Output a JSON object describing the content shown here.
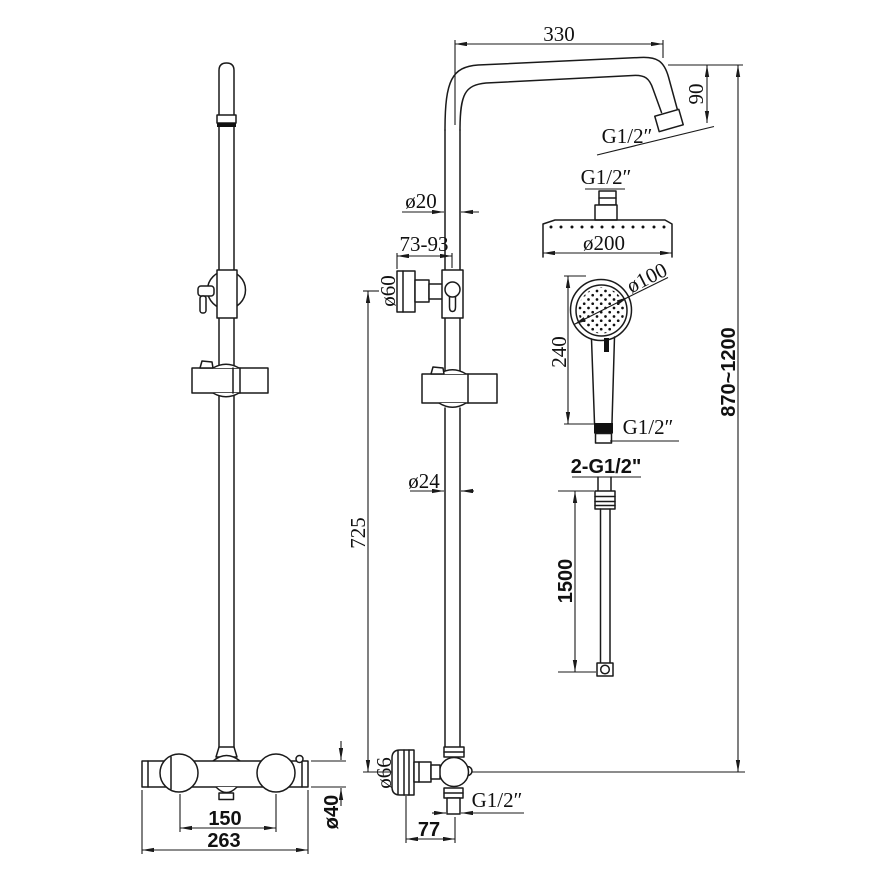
{
  "colors": {
    "background": "#ffffff",
    "ink": "#1a1a1a"
  },
  "dimensions": {
    "arm": {
      "length": "330",
      "drop": "90",
      "thread": "G1/2″",
      "pipe_diameter": "ø20"
    },
    "bracket": {
      "wall_clearance": "73-93",
      "flange_diameter": "ø60"
    },
    "rail": {
      "diameter": "ø24",
      "length": "725",
      "overall_height": "870~1200"
    },
    "rain_head": {
      "thread": "G1/2″",
      "diameter": "ø200"
    },
    "hand_shower": {
      "diameter": "ø100",
      "length": "240",
      "thread": "G1/2″"
    },
    "hose": {
      "thread": "2-G1/2\"",
      "length": "1500"
    },
    "valve": {
      "knob_diameter": "ø66",
      "outlet_thread": "G1/2″",
      "outlet_offset": "77",
      "inlet_centers": "150",
      "overall_width": "263",
      "body_diameter": "ø40"
    }
  }
}
